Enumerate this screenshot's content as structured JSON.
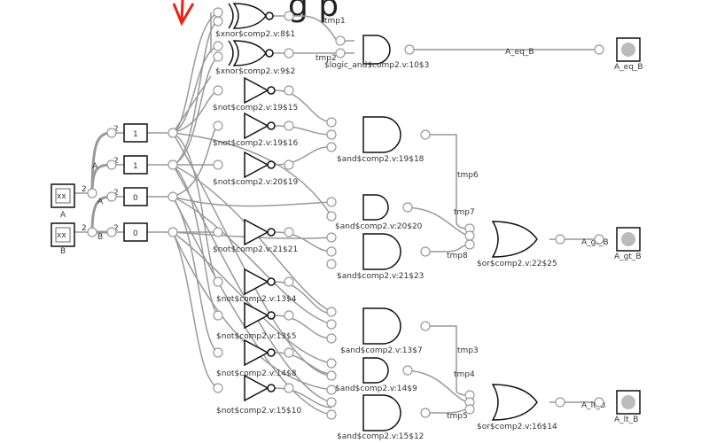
{
  "title_fragment": "g        p",
  "inputs": [
    {
      "id": "A",
      "label": "A",
      "glyph": "xx"
    },
    {
      "id": "B",
      "label": "B",
      "glyph": "xx"
    }
  ],
  "bus_width": "2",
  "constants": [
    "1",
    "1",
    "0",
    "0"
  ],
  "small_labels": {
    "A1": "A",
    "A2": "A",
    "B1": "B"
  },
  "xnor_gates": [
    {
      "name": "$xnor$comp2.v:8$1",
      "out": "tmp1"
    },
    {
      "name": "$xnor$comp2.v:9$2",
      "out": "tmp2"
    }
  ],
  "not_gates_top": [
    "$not$comp2.v:19$15",
    "$not$comp2.v:19$16",
    "$not$comp2.v:20$19",
    "$not$comp2.v:21$21"
  ],
  "not_gates_bottom": [
    "$not$comp2.v:13$4",
    "$not$comp2.v:13$5",
    "$not$comp2.v:14$8",
    "$not$comp2.v:15$10"
  ],
  "logic_and": "$logic_and$comp2.v:10$3",
  "and_gates": [
    "$and$comp2.v:19$18",
    "$and$comp2.v:20$20",
    "$and$comp2.v:21$23",
    "$and$comp2.v:13$7",
    "$and$comp2.v:14$9",
    "$and$comp2.v:15$12"
  ],
  "or_gates": [
    "$or$comp2.v:22$25",
    "$or$comp2.v:16$14"
  ],
  "tmps": {
    "tmp3": "tmp3",
    "tmp4": "tmp4",
    "tmp5": "tmp5",
    "tmp6": "tmp6",
    "tmp7": "tmp7",
    "tmp8": "tmp8"
  },
  "outputs": [
    {
      "wire": "A_eq_B",
      "label": "A_eq_B"
    },
    {
      "wire": "A_gt_B",
      "label": "A_gt_B"
    },
    {
      "wire": "A_lt_B",
      "label": "A_lt_B"
    }
  ]
}
